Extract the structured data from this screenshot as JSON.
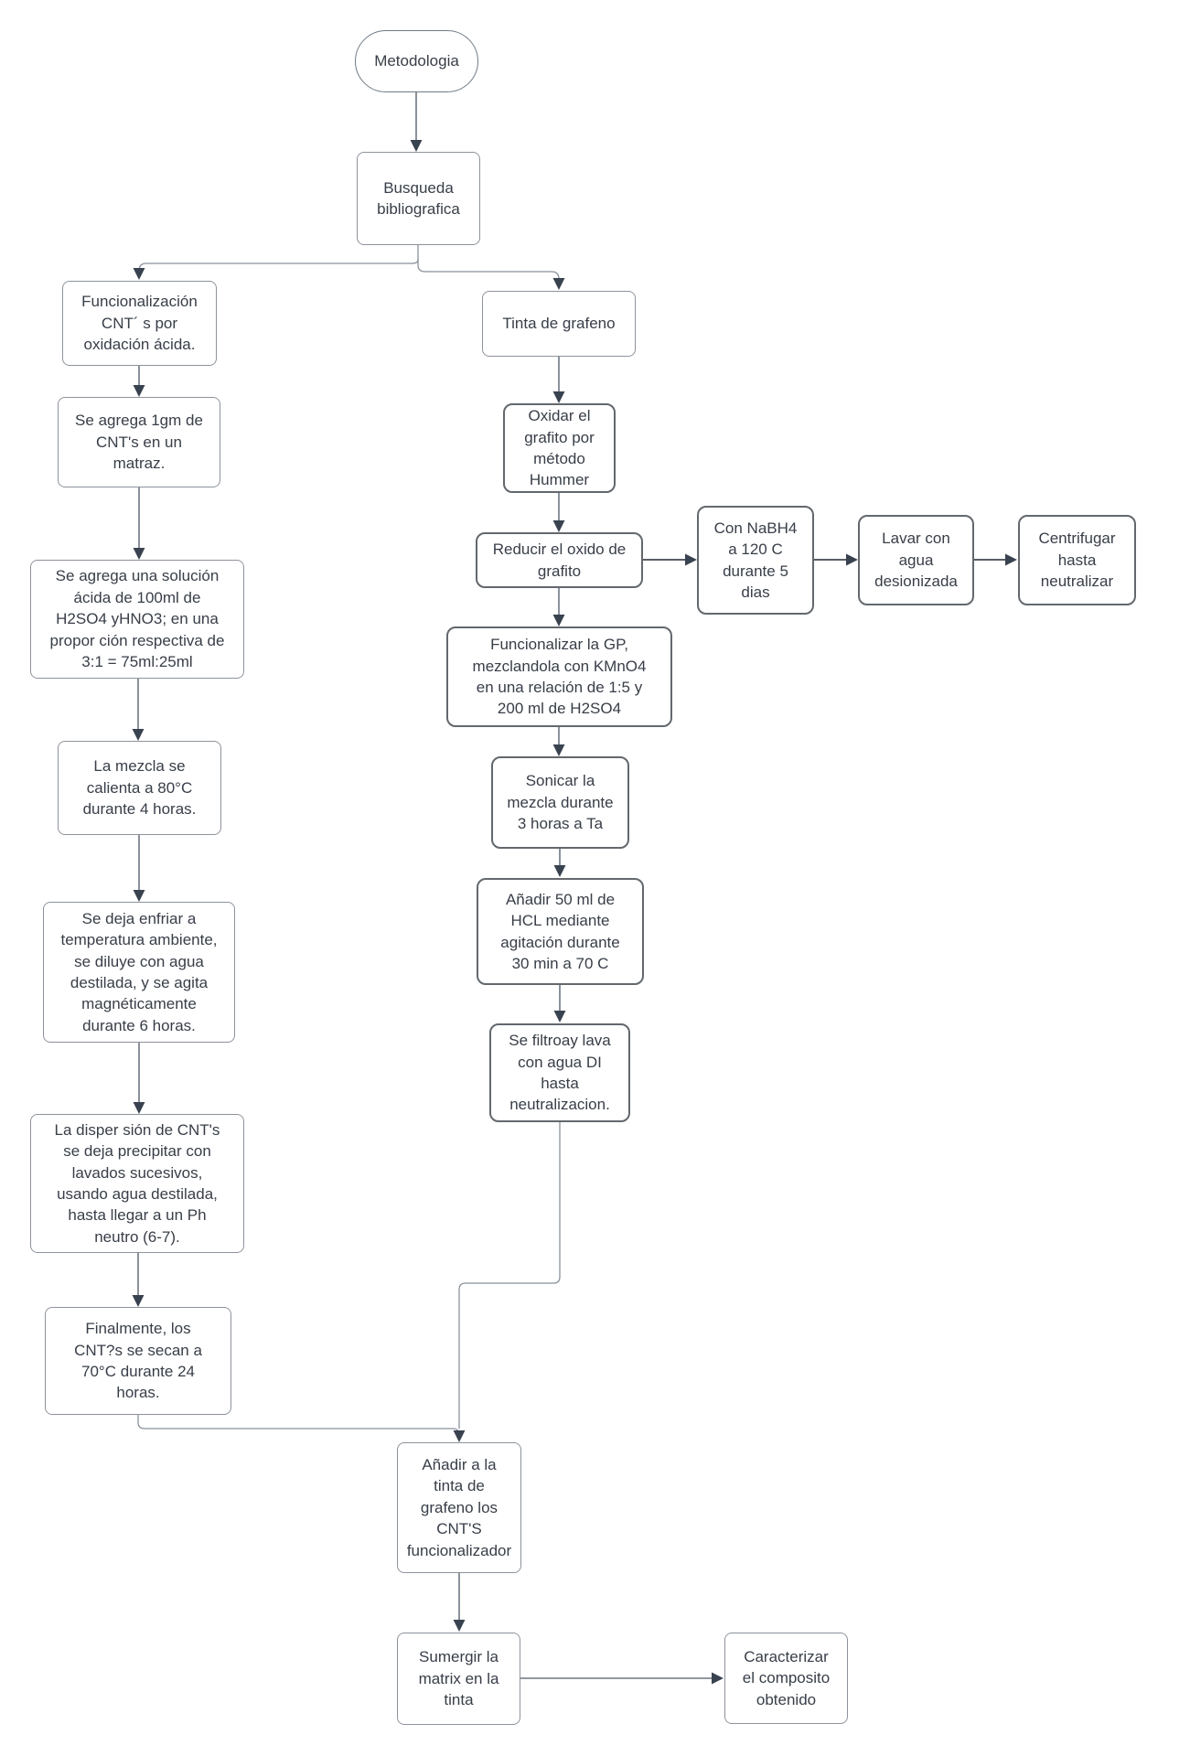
{
  "diagram": {
    "title": "Metodologia",
    "colors": {
      "background": "#ffffff",
      "box_border": "#8d939b",
      "box_border_strong": "#63686d",
      "edge_line": "#6d7682",
      "arrowhead": "#39424f",
      "text": "#383e48"
    },
    "nodes": {
      "metodologia": {
        "label": "Metodologia"
      },
      "busqueda": {
        "label": "Busqueda\nbibliografica"
      },
      "funcionalizacion": {
        "label": "Funcionalización\nCNT´ s por\noxidación ácida."
      },
      "agrega_cnt": {
        "label": "Se agrega 1gm de\nCNT's en un\nmatraz."
      },
      "solucion_acida": {
        "label": "Se agrega una solución\nácida de 100ml de\nH2SO4 yHNO3; en una\npropor ción respectiva de\n3:1 = 75ml:25ml"
      },
      "mezcla_calienta": {
        "label": "La mezcla se\ncalienta a 80°C\ndurante 4 horas."
      },
      "deja_enfriar": {
        "label": "Se deja enfriar a\ntemperatura ambiente,\nse diluye con agua\ndestilada, y se agita\nmagnéticamente\ndurante 6 horas."
      },
      "dispersion": {
        "label": "La disper sión de CNT's\nse deja precipitar con\nlavados sucesivos,\nusando agua destilada,\nhasta llegar a un Ph\nneutro (6-7)."
      },
      "finalmente": {
        "label": "Finalmente, los\nCNT?s se secan a\n70°C durante 24\nhoras."
      },
      "tinta_grafeno": {
        "label": "Tinta de grafeno"
      },
      "oxidar": {
        "label": "Oxidar el\ngrafito por\nmétodo\nHummer"
      },
      "reducir": {
        "label": "Reducir el oxido de\ngrafito"
      },
      "nabh4": {
        "label": "Con NaBH4\na 120 C\ndurante 5\ndias"
      },
      "lavar": {
        "label": "Lavar con\nagua\ndesionizada"
      },
      "centrifugar": {
        "label": "Centrifugar\nhasta\nneutralizar"
      },
      "funcionalizar_gp": {
        "label": "Funcionalizar la GP,\nmezclandola con KMnO4\nen una relación de 1:5 y\n200 ml de H2SO4"
      },
      "sonicar": {
        "label": "Sonicar la\nmezcla durante\n3 horas a Ta"
      },
      "anadir_hcl": {
        "label": "Añadir 50 ml de\nHCL mediante\nagitación durante\n30 min a 70 C"
      },
      "filtra_lava": {
        "label": "Se filtroay lava\ncon agua DI\nhasta\nneutralizacion."
      },
      "anadir_tinta": {
        "label": "Añadir a la\ntinta de\ngrafeno los\nCNT'S\nfuncionalizador"
      },
      "sumergir": {
        "label": "Sumergir la\nmatrix en la\ntinta"
      },
      "caracterizar": {
        "label": "Caracterizar\nel composito\nobtenido"
      }
    }
  }
}
